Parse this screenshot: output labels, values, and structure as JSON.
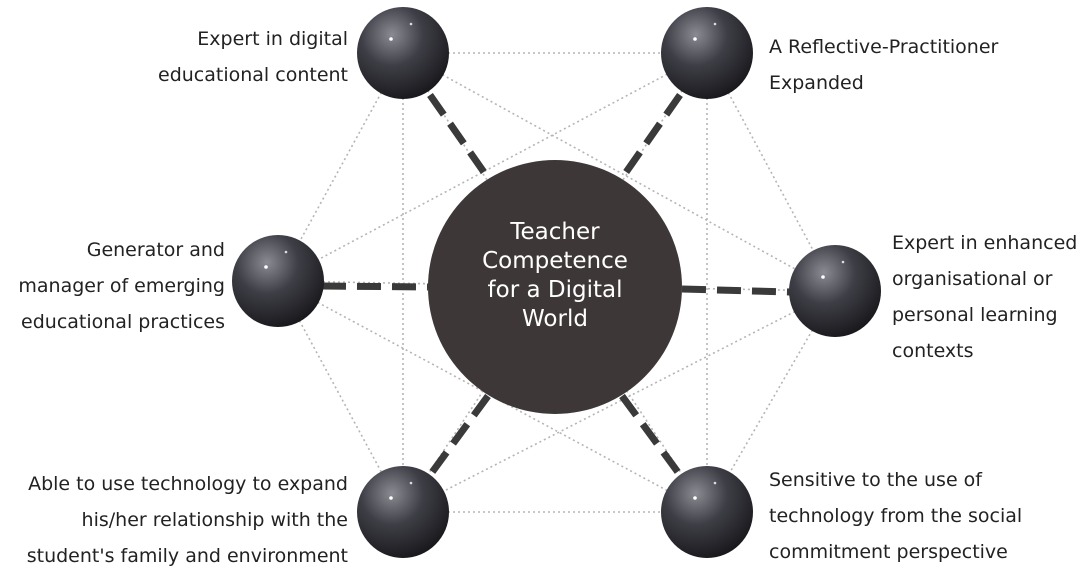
{
  "diagram": {
    "center": {
      "title_lines": [
        "Teacher",
        "Competence",
        "for a Digital",
        "World"
      ]
    },
    "nodes": [
      {
        "id": "top-left",
        "lines": [
          "Expert in digital",
          "educational content"
        ]
      },
      {
        "id": "top-right",
        "lines": [
          "A Reflective-Practitioner",
          "Expanded"
        ]
      },
      {
        "id": "mid-left",
        "lines": [
          "Generator and",
          "manager of emerging",
          "educational practices"
        ]
      },
      {
        "id": "mid-right",
        "lines": [
          "Expert in enhanced",
          "organisational or",
          "personal learning",
          "contexts"
        ]
      },
      {
        "id": "bottom-left",
        "lines": [
          "Able to use technology to expand",
          "his/her relationship with the",
          "student's family and environment"
        ]
      },
      {
        "id": "bottom-right",
        "lines": [
          "Sensitive to the use of",
          "technology from the social",
          "commitment perspective"
        ]
      }
    ],
    "colors": {
      "center_fill": "#3d3837",
      "sphere_dark": "#1f1f24",
      "sphere_light": "#8a8a92",
      "dashed_line": "#3a3a3a",
      "dotted_line": "#b5b5b5",
      "label_text": "#222222",
      "center_text": "#ffffff"
    }
  }
}
